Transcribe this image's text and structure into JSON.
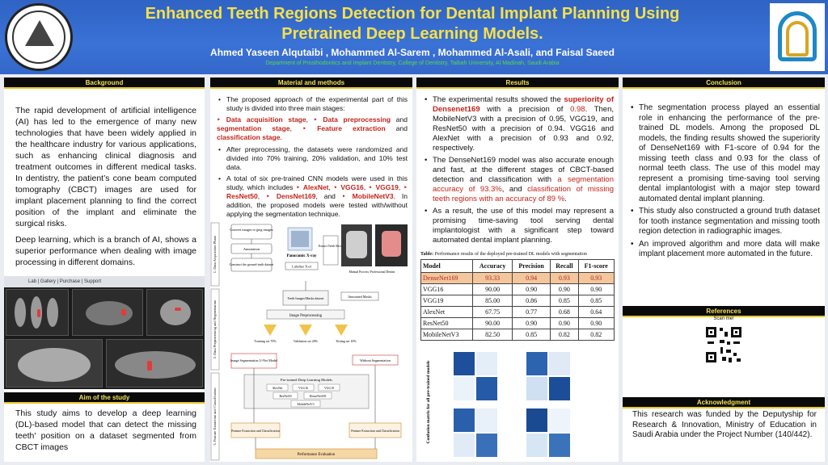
{
  "header": {
    "title_line1": "Enhanced Teeth Regions Detection for Dental Implant Planning Using",
    "title_line2": "Pretrained Deep Learning Models.",
    "authors": "Ahmed Yaseen Alqutaibi , Mohammed Al-Sarem , Mohammed Al-Asali,  and Faisal Saeed",
    "affiliation": "Department of Prosthodontics and Implant Dentistry, College of Dentistry, Taibah University, Al Madinah, Saudi Arabia"
  },
  "background": {
    "heading": "Background",
    "para1": "The rapid development of artificial intelligence (AI) has led to the emergence of many new technologies that  have been widely applied in the healthcare industry for various applications, such as enhancing clinical diagnosis and treatment outcomes in different medical tasks. In dentistry, the patient’s cone beam computed tomography (CBCT) images are used for implant placement planning to find the correct position of the implant and eliminate the surgical risks.",
    "para2": "Deep learning, which is a branch of AI, shows a superior performance when dealing with image processing in different domains.",
    "software_toolbar": "Lab | Gallery | Purchase | Support"
  },
  "aim": {
    "heading": "Aim of the study",
    "text": "This study aims to develop a deep learning (DL)-based model that can detect the missing teeth' position on a dataset segmented from CBCT images"
  },
  "methods": {
    "heading": "Material and methods",
    "intro": "The proposed approach of the experimental part of this study is divided into three main stages:",
    "stage1": "Data acquisition stage",
    "stage2": "Data preprocessing",
    "stage3": "segmentation stage",
    "stage4": "Feature extraction",
    "stage5": "classification stage",
    "and": "and",
    "and2": "and",
    "preprocessing": "After preprocessing, the datasets were randomized and divided into 70% training, 20% validation, and 10% test data.",
    "models_intro": "A total of six pre-trained CNN models were used in this study, which includes",
    "model1": "AlexNet",
    "model2": "VGG16",
    "model3": "VGG19",
    "model4": "ResNet50",
    "model5": "DensNet169",
    "model6": "MobileNetV3",
    "models_outro": "In addition, the proposed models were tested with/without applying the segmentation technique.",
    "diagram": {
      "lane1": "1. Data Acquisition Phase",
      "lane2": "2. Data Preprocessing and Segmentation",
      "lane3": "3. Feature Extraction and Classification",
      "convert": "Convert images to jpeg images",
      "annotation": "Annotation",
      "construct": "Construct the ground-truth dataset",
      "xray": "Panoramic X-ray",
      "labelme": "Labelme Tool",
      "extract": "Extract Teeth Slices",
      "manual": "Manual Process/ Professional Dentist",
      "dataset": "Teeth Images/Masks dataset",
      "annotated": "Annotated Masks",
      "preproc": "Image Preprocessing",
      "train": "Training set 70%",
      "val": "Validation set 20%",
      "test": "Testing set 10%",
      "unet": "Image Segmentation U-Net Model",
      "without": "Without Segmentation",
      "pretrained": "Pre-trained Deep Learning Models",
      "m_alex": "AlexNet",
      "m_vgg16": "VGG16",
      "m_vgg19": "VGG19",
      "m_res": "ResNet50",
      "m_dense": "DenseNet169",
      "m_mobile": "MobileNetV3",
      "fe1": "Feature Extraction and Classification",
      "fe2": "Feature Extraction and Classification",
      "perf": "Performance Evaluation"
    }
  },
  "results": {
    "heading": "Results",
    "b1_pre": "The experimental results showed the",
    "b1_red": "superiority of Densenet169",
    "b1_mid": "with a precision of",
    "b1_val": "0.98",
    "b1_post": ". Then, MobileNetV3 with a precision of 0.95, VGG19, and ResNet50 with a precision of 0.94. VGG16 and AlexNet with a precision of 0.93 and 0.92, respectively.",
    "b2_pre": "The DenseNet169 model was also accurate enough and fast, at the different stages of CBCT-based detection and classification with",
    "b2_red1": "a segmentation accuracy of 93.3%",
    "b2_mid": ", and",
    "b2_red2": "classification of missing teeth regions with an accuracy of 89 %",
    "b2_post": ".",
    "b3": "As a result, the use of this model may represent a promising time-saving tool serving dental implantologist with a significant step toward automated dental implant planning.",
    "table_caption_bold": "Table:",
    "table_caption": "Performance results of the deployed pre-trained DL models with segmentation",
    "table_headers": [
      "Model",
      "Accuracy",
      "Precision",
      "Recall",
      "F1-score"
    ],
    "table_rows": [
      [
        "DenseNet169",
        "93.33",
        "0.94",
        "0.93",
        "0.93"
      ],
      [
        "VGG16",
        "90.00",
        "0.90",
        "0.90",
        "0.90"
      ],
      [
        "VGG19",
        "85.00",
        "0.86",
        "0.85",
        "0.85"
      ],
      [
        "AlexNet",
        "67.75",
        "0.77",
        "0.68",
        "0.64"
      ],
      [
        "ResNet50",
        "90.00",
        "0.90",
        "0.90",
        "0.90"
      ],
      [
        "MobileNetV3",
        "82.50",
        "0.85",
        "0.82",
        "0.82"
      ]
    ],
    "cm_label": "Confusion matrix for all pre-trained models"
  },
  "conclusion": {
    "heading": "Conclusion",
    "b1": "The segmentation process played an essential role in enhancing the performance of the pre-trained DL models. Among the proposed DL models, the finding results showed the superiority of DenseNet169 with F1-score of 0.94 for the missing teeth class and 0.93 for the class of normal teeth class. The use of this model may represent a promising time-saving tool serving dental implantologist with a major step toward automated dental implant planning.",
    "b2": "This study also constructed a ground truth dataset for tooth instance segmentation and missing tooth region detection in radiographic images.",
    "b3": "An improved algorithm and more data will make implant placement more automated in the future."
  },
  "references": {
    "heading": "References",
    "scan": "Scan me!"
  },
  "acknowledgment": {
    "heading": "Acknowledgment",
    "text": "This research was funded by the Deputyship for Research & Innovation, Ministry of Education in Saudi Arabia under the Project Number (140/442)."
  },
  "colors": {
    "header_blue": "#3467c9",
    "title_yellow": "#f6e04a",
    "affiliation_green": "#59d94a",
    "section_head_bg": "#0a0a0a",
    "highlight_red": "#c3231a"
  }
}
